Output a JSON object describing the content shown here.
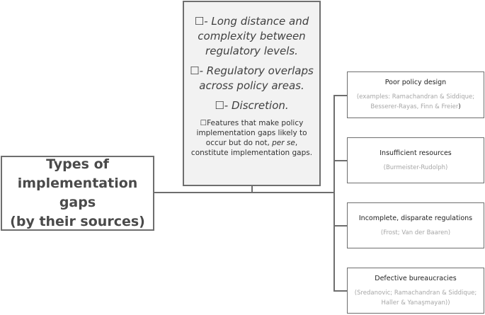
{
  "main": {
    "title_lines": [
      "Types of",
      "implementation gaps",
      "(by their sources)"
    ]
  },
  "note": {
    "bullet": "☐",
    "features": [
      "- Long distance and complexity between regulatory levels.",
      "- Regulatory overlaps across policy areas.",
      "- Discretion."
    ],
    "disclaimer_before": "Features that make policy implementation gaps likely to occur but do not, ",
    "disclaimer_emphasis": "per se",
    "disclaimer_after": ", constitute implementation gaps."
  },
  "gaps": [
    {
      "title": "Poor policy design",
      "refs_before": "(examples: Ramachandran & Siddique; Besserer-Rayas, Finn & Freier",
      "refs_closing": ")"
    },
    {
      "title": "Insufficient resources",
      "refs_before": "(Burmeister-Rudolph)",
      "refs_closing": ""
    },
    {
      "title": "Incomplete, disparate regulations",
      "refs_before": "(Frost; Van der Baaren)",
      "refs_closing": ""
    },
    {
      "title": "Defective bureaucracies",
      "refs_before": "(Sredanovic; Ramachandran & Siddique; Haller & Yanaşmayan))",
      "refs_closing": ""
    }
  ]
}
